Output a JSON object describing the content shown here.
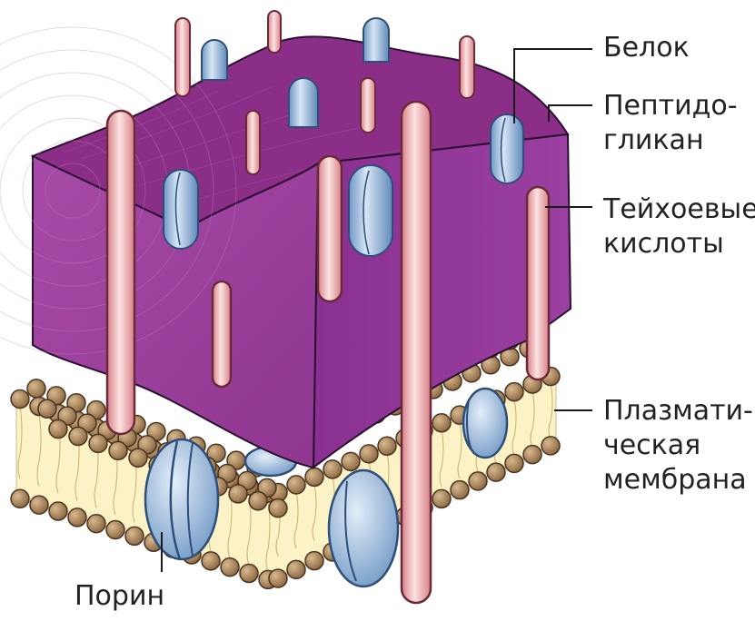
{
  "labels": {
    "protein": [
      "Белок"
    ],
    "peptidoglycan": [
      "Пептидо-",
      "гликан"
    ],
    "teichoic": [
      "Тейхоевые",
      "кислоты"
    ],
    "membrane": [
      "Плазмати-",
      "ческая",
      "мембрана"
    ],
    "porin": [
      "Порин"
    ]
  },
  "colors": {
    "wall_top": "#8a2e88",
    "wall_front": "#9a3f9c",
    "wall_side": "#7c2b80",
    "lipid_head": "#a37e54",
    "lipid_tail_bg": "#fbf2c6",
    "protein_blue": "#8eb4d8",
    "teichoic_pink": "#e8a4a8",
    "label_text": "#222222"
  }
}
